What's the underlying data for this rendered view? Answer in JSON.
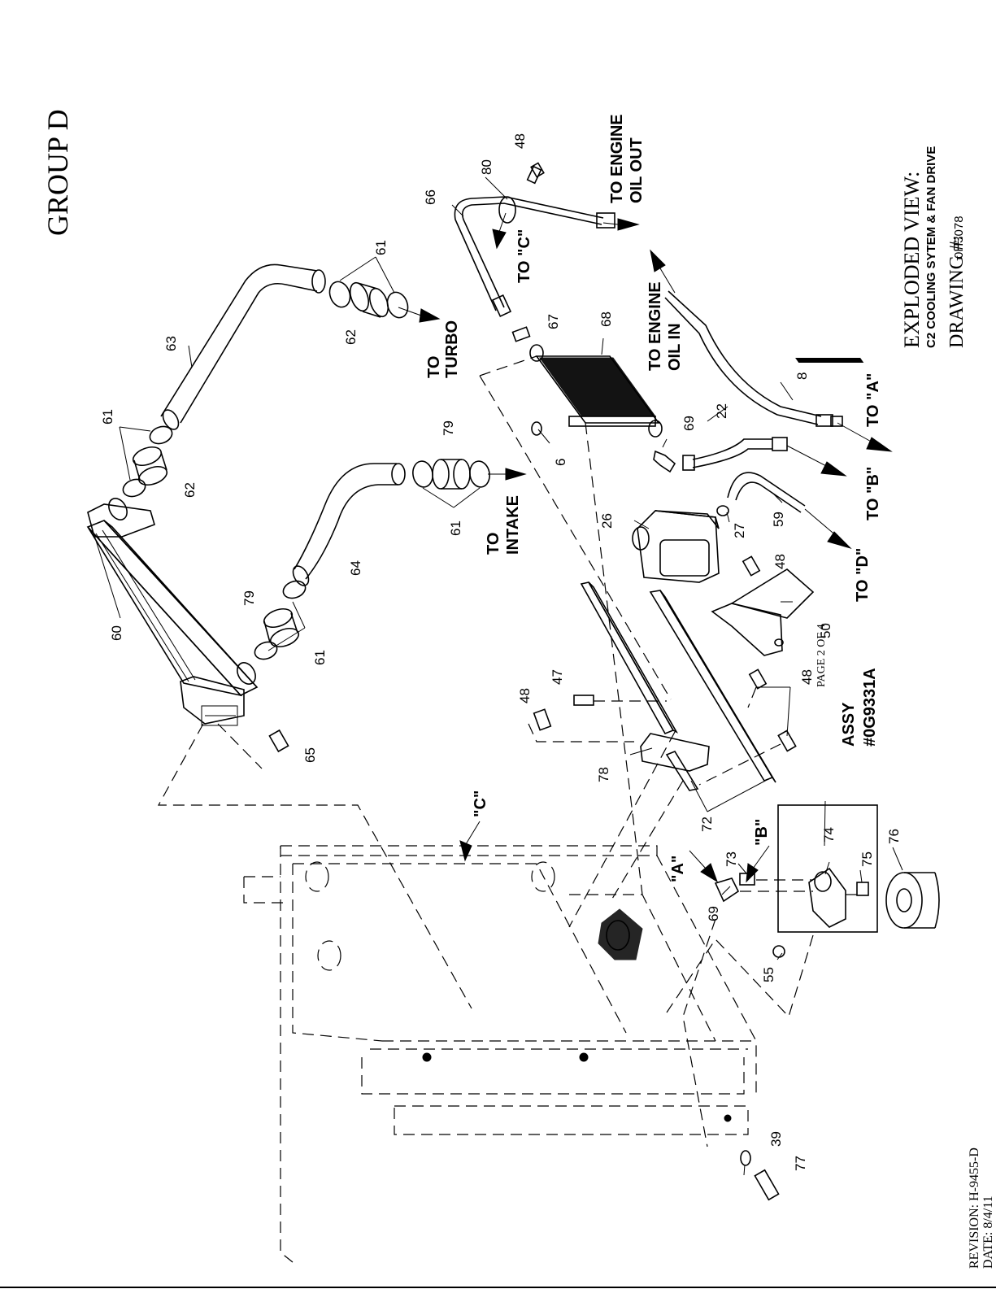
{
  "title": "GROUP D",
  "view": {
    "heading": "EXPLODED VIEW:",
    "subheading": "C2 COOLING SYTEM & FAN DRIVE",
    "drawing_label": "DRAWING #:",
    "drawing_number": "0H3078"
  },
  "page": "PAGE 2 OF 4",
  "revision_line": "REVISION:  H-9455-D",
  "date_line": "DATE:  8/4/11",
  "assembly": {
    "line1": "ASSY",
    "line2": "#0G9331A"
  },
  "flow_labels": {
    "turbo_1": "TO",
    "turbo_2": "TURBO",
    "intake_1": "TO",
    "intake_2": "INTAKE",
    "engine_oil_out_1": "TO ENGINE",
    "engine_oil_out_2": "OIL OUT",
    "engine_oil_in_1": "TO ENGINE",
    "engine_oil_in_2": "OIL IN",
    "to_c": "TO \"C\"",
    "to_a": "TO \"A\"",
    "to_b": "TO \"B\"",
    "to_d": "TO \"D\"",
    "mark_a": "\"A\"",
    "mark_b": "\"B\"",
    "mark_c": "\"C\""
  },
  "callouts": {
    "c6": "6",
    "c8": "8",
    "c22": "22",
    "c26": "26",
    "c27": "27",
    "c39": "39",
    "c47": "47",
    "c48a": "48",
    "c48b": "48",
    "c48c": "48",
    "c48d": "48",
    "c50": "50",
    "c55": "55",
    "c59": "59",
    "c60": "60",
    "c61a": "61",
    "c61b": "61",
    "c61c": "61",
    "c61d": "61",
    "c62a": "62",
    "c62b": "62",
    "c63": "63",
    "c64": "64",
    "c65": "65",
    "c66": "66",
    "c67": "67",
    "c68": "68",
    "c69a": "69",
    "c69b": "69",
    "c72": "72",
    "c73": "73",
    "c74": "74",
    "c75": "75",
    "c76": "76",
    "c77": "77",
    "c78": "78",
    "c79a": "79",
    "c79b": "79",
    "c80": "80"
  }
}
